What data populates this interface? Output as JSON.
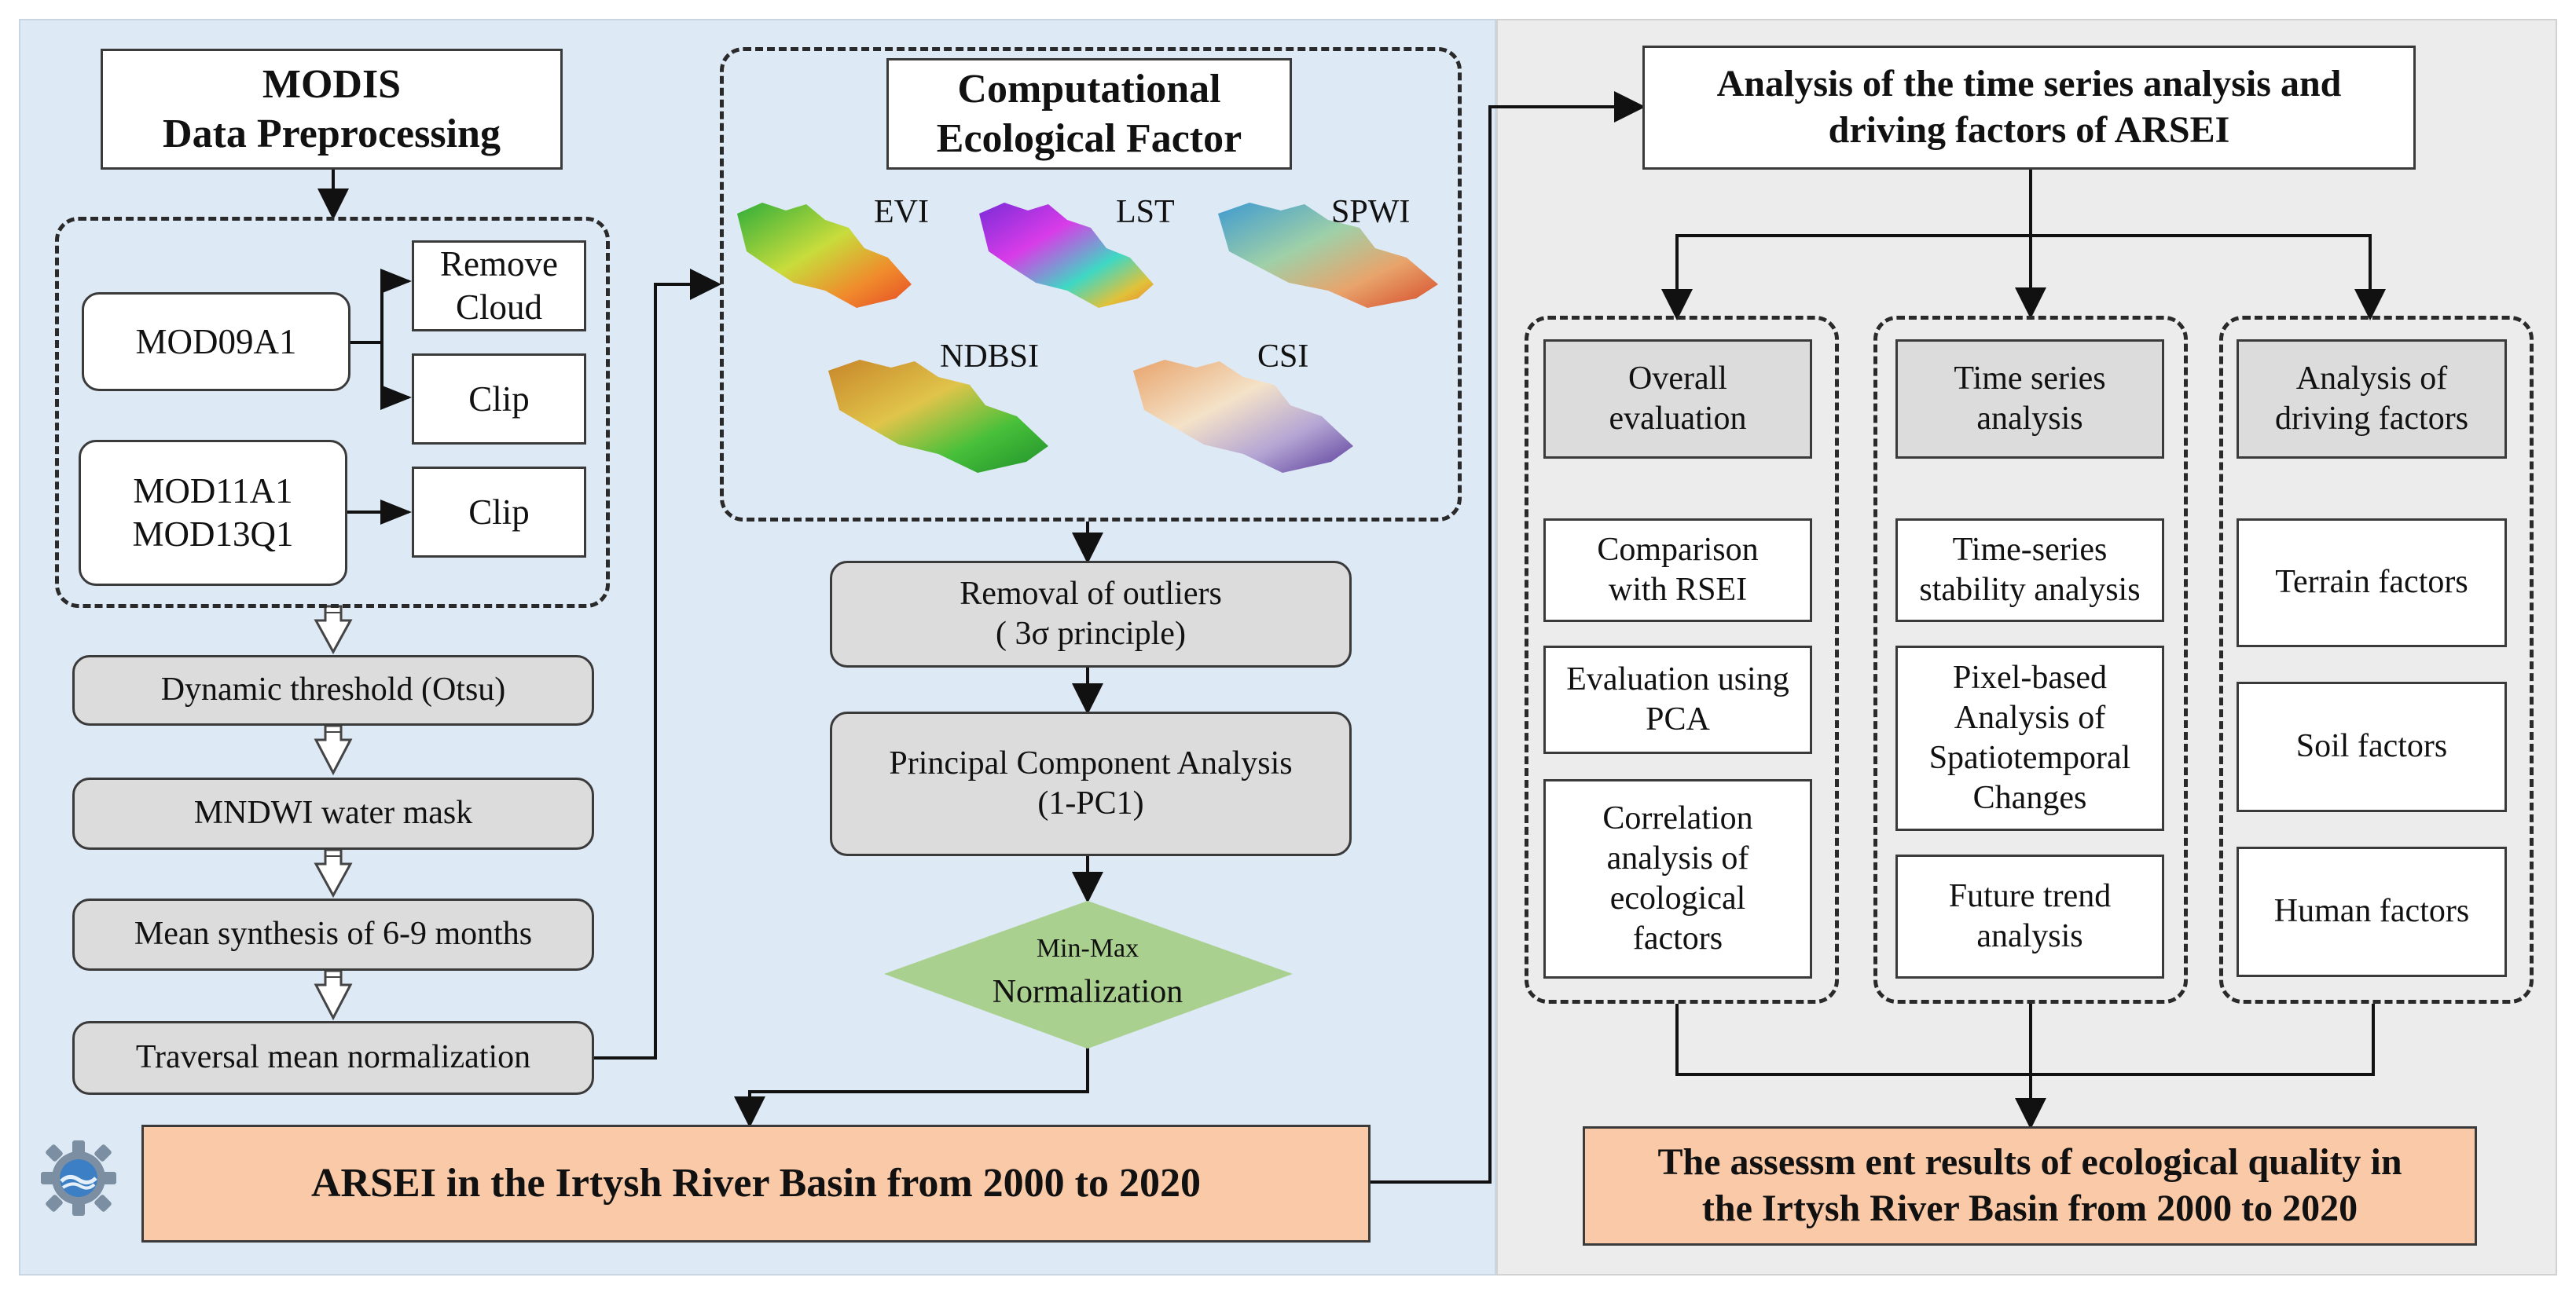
{
  "preprocessing": {
    "title": "MODIS\nData Preprocessing",
    "mod09a1": "MOD09A1",
    "remove_cloud": "Remove\nCloud",
    "clip1": "Clip",
    "clip2": "Clip",
    "mod11_13": "MOD11A1\nMOD13Q1",
    "step1": "Dynamic threshold (Otsu)",
    "step2": "MNDWI water mask",
    "step3": "Mean synthesis of 6-9 months",
    "step4": "Traversal mean normalization"
  },
  "ecological": {
    "title": "Computational\nEcological Factor",
    "factors": [
      "EVI",
      "LST",
      "SPWI",
      "NDBSI",
      "CSI"
    ],
    "outliers": "Removal of outliers\n( 3σ principle)",
    "pca": "Principal Component Analysis\n(1-PC1)",
    "minmax_small": "Min-Max",
    "minmax_big": "Normalization"
  },
  "arsei": "ARSEI in the Irtysh River Basin from 2000 to 2020",
  "analysis": {
    "title": "Analysis of the time series analysis and\ndriving factors of ARSEI",
    "col1": {
      "header": "Overall\nevaluation",
      "items": [
        "Comparison\nwith RSEI",
        "Evaluation using\nPCA",
        "Correlation\nanalysis of\necological\nfactors"
      ]
    },
    "col2": {
      "header": "Time series\nanalysis",
      "items": [
        "Time-series\nstability analysis",
        "Pixel-based\nAnalysis of\nSpatiotemporal\nChanges",
        "Future trend\nanalysis"
      ]
    },
    "col3": {
      "header": "Analysis of\ndriving factors",
      "items": [
        "Terrain factors",
        "Soil factors",
        "Human factors"
      ]
    },
    "result": "The assessm ent results of ecological quality in\nthe Irtysh River Basin from 2000 to 2020"
  }
}
